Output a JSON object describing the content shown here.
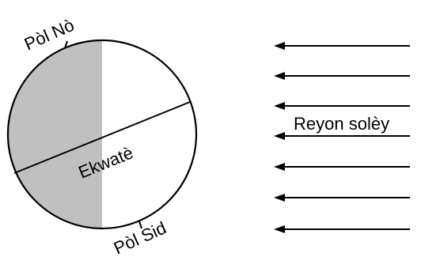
{
  "labels": {
    "north_pole": "Pòl Nò",
    "south_pole": "Pòl Sid",
    "equator": "Ekwatè",
    "sun_rays": "Reyon solèy"
  },
  "colors": {
    "night_side": "#c0c0c0",
    "day_side": "#ffffff",
    "stroke": "#000000"
  }
}
